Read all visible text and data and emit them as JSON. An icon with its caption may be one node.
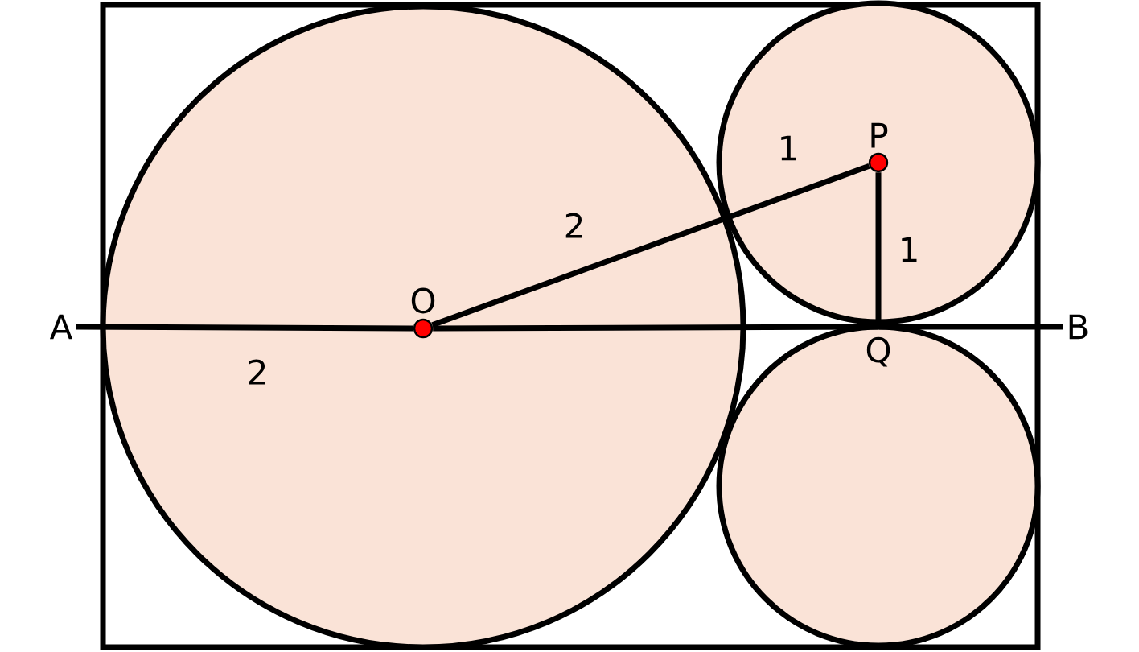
{
  "diagram": {
    "nodes": [
      {
        "text": [
          "A"
        ]
      },
      {
        "text": [
          "B"
        ]
      },
      {
        "text": [
          "O"
        ]
      },
      {
        "text": [
          "P"
        ]
      },
      {
        "text": [
          "Q"
        ]
      }
    ],
    "edges": [
      {
        "from": 0,
        "to": 2,
        "arrow": "none",
        "label": "2"
      },
      {
        "from": 2,
        "to": 4,
        "arrow": "none"
      },
      {
        "from": 4,
        "to": 1,
        "arrow": "none"
      },
      {
        "from": 2,
        "to": 3,
        "arrow": "none",
        "label": "2"
      },
      {
        "from": 3,
        "to": 4,
        "arrow": "none",
        "label": "1"
      }
    ],
    "labels": [
      "1"
    ]
  }
}
